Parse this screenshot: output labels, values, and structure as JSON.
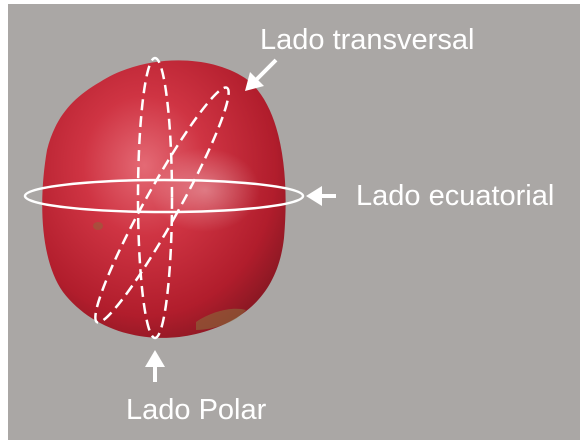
{
  "colors": {
    "background": "#aaa7a5",
    "fruit": "#c8283a",
    "annotation": "#ffffff"
  },
  "icons": [
    "arrow-icon",
    "arrow-icon",
    "arrow-icon"
  ],
  "labels": {
    "transversal": "Lado transversal",
    "ecuatorial": "Lado ecuatorial",
    "polar": "Lado Polar"
  }
}
